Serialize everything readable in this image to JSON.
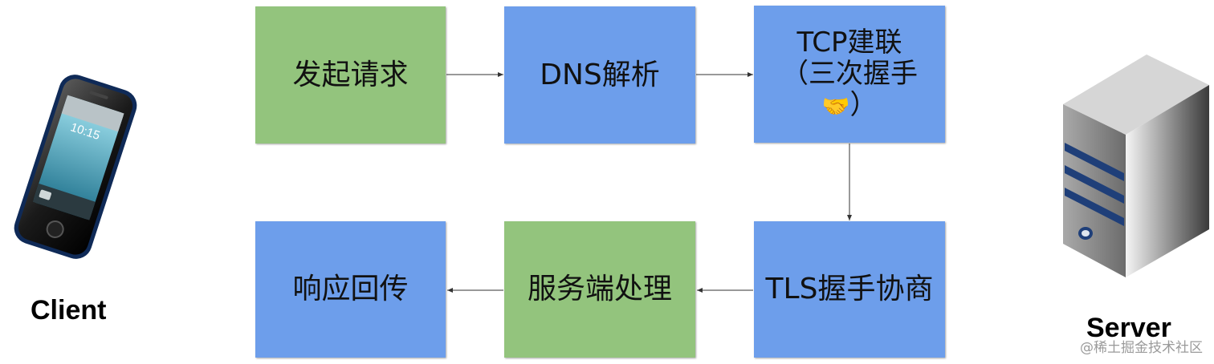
{
  "actors": {
    "client_label": "Client",
    "server_label": "Server"
  },
  "steps": [
    {
      "id": "send-request",
      "label": "发起请求",
      "color": "#93c47d"
    },
    {
      "id": "dns",
      "label": "DNS解析",
      "color": "#6d9eeb"
    },
    {
      "id": "tcp",
      "label_line1": "TCP建联",
      "label_line2": "（三次握手",
      "label_line3_emoji": "🤝",
      "label_line3_text": "）",
      "color": "#6d9eeb"
    },
    {
      "id": "tls",
      "label": "TLS握手协商",
      "color": "#6d9eeb"
    },
    {
      "id": "server-process",
      "label": "服务端处理",
      "color": "#93c47d"
    },
    {
      "id": "response",
      "label": "响应回传",
      "color": "#6d9eeb"
    }
  ],
  "watermark": "@稀土掘金技术社区"
}
